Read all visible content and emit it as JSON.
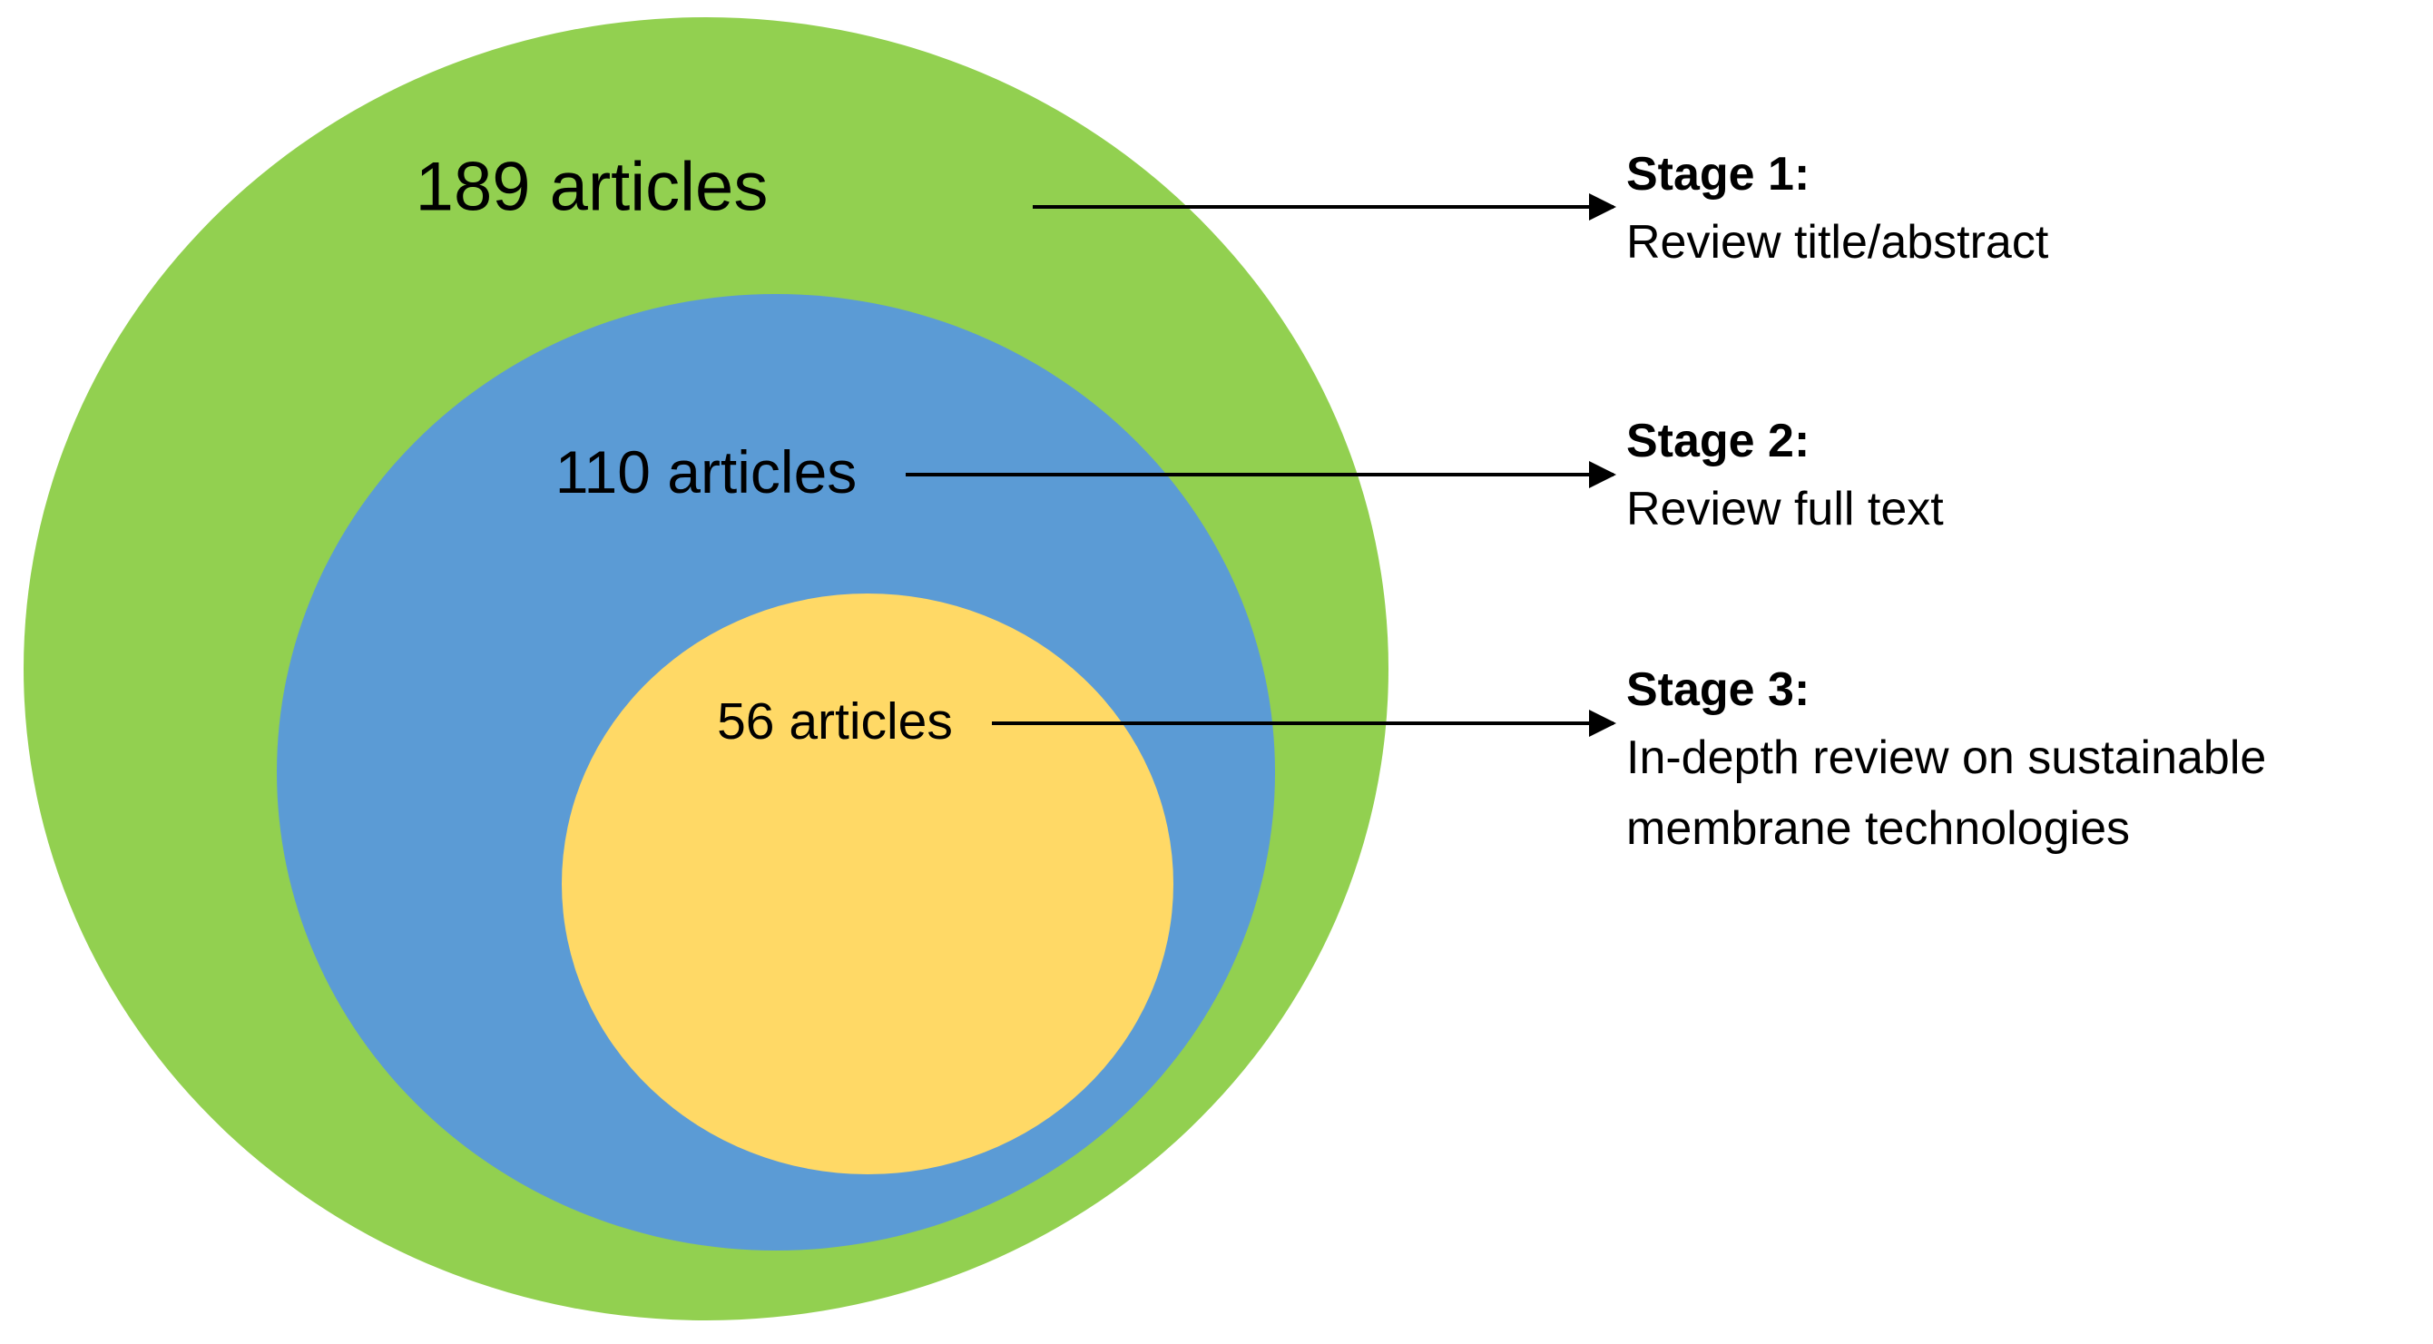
{
  "colors": {
    "stage1_circle": "#92D050",
    "stage2_circle": "#5B9BD5",
    "stage3_circle": "#FFD966",
    "arrow": "#000000",
    "text": "#000000"
  },
  "chart_data": {
    "type": "nested-circles-funnel",
    "stages": [
      {
        "articles": 189,
        "count_label": "189 articles",
        "heading": "Stage 1:",
        "description": "Review title/abstract"
      },
      {
        "articles": 110,
        "count_label": "110 articles",
        "heading": "Stage 2:",
        "description": "Review full text"
      },
      {
        "articles": 56,
        "count_label": "56 articles",
        "heading": "Stage 3:",
        "description": "In-depth review on sustainable membrane technologies"
      }
    ]
  },
  "stages": [
    {
      "articles": 189,
      "count_label": "189 articles",
      "heading": "Stage 1:",
      "description": "Review title/abstract",
      "color": "#92D050"
    },
    {
      "articles": 110,
      "count_label": "110 articles",
      "heading": "Stage 2:",
      "description": "Review full text",
      "color": "#5B9BD5"
    },
    {
      "articles": 56,
      "count_label": "56 articles",
      "heading": "Stage 3:",
      "description": "In-depth review on sustainable membrane technologies",
      "color": "#FFD966"
    }
  ]
}
